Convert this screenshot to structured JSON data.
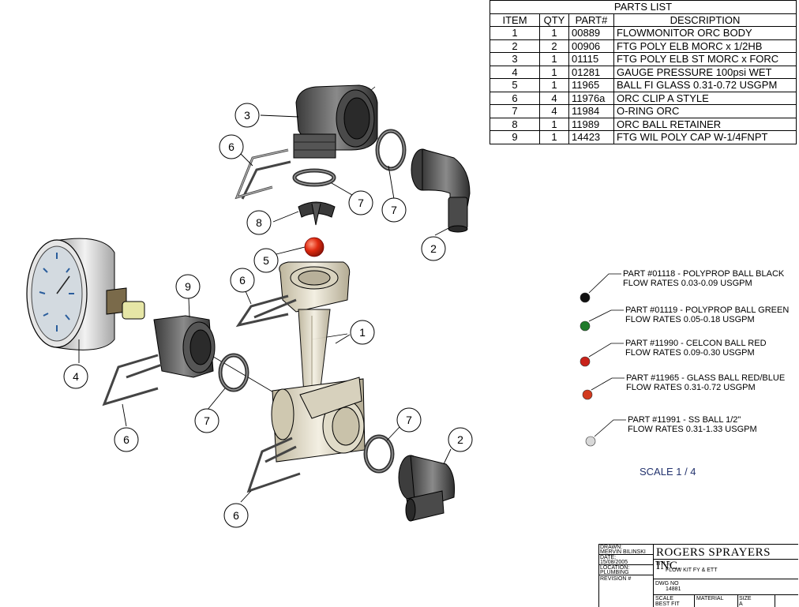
{
  "parts_list": {
    "title": "PARTS LIST",
    "headers": [
      "ITEM",
      "QTY",
      "PART#",
      "DESCRIPTION"
    ],
    "rows": [
      [
        "1",
        "1",
        "00889",
        "FLOWMONITOR ORC BODY"
      ],
      [
        "2",
        "2",
        "00906",
        "FTG POLY ELB MORC x 1/2HB"
      ],
      [
        "3",
        "1",
        "01115",
        "FTG POLY ELB ST MORC x FORC"
      ],
      [
        "4",
        "1",
        "01281",
        "GAUGE PRESSURE 100psi WET"
      ],
      [
        "5",
        "1",
        "11965",
        "BALL FI GLASS 0.31-0.72 USGPM"
      ],
      [
        "6",
        "4",
        "11976a",
        "ORC CLIP A STYLE"
      ],
      [
        "7",
        "4",
        "11984",
        "O-RING ORC"
      ],
      [
        "8",
        "1",
        "11989",
        "ORC BALL RETAINER"
      ],
      [
        "9",
        "1",
        "14423",
        "FTG WIL POLY CAP W-1/4FNPT"
      ]
    ]
  },
  "balloons": [
    {
      "label": "3"
    },
    {
      "label": "6"
    },
    {
      "label": "7"
    },
    {
      "label": "7"
    },
    {
      "label": "8"
    },
    {
      "label": "2"
    },
    {
      "label": "5"
    },
    {
      "label": "6"
    },
    {
      "label": "9"
    },
    {
      "label": "1"
    },
    {
      "label": "4"
    },
    {
      "label": "7"
    },
    {
      "label": "6"
    },
    {
      "label": "7"
    },
    {
      "label": "2"
    },
    {
      "label": "6"
    }
  ],
  "ball_notes": [
    {
      "line1": "PART #01118 - POLYPROP BALL BLACK",
      "line2": "FLOW RATES 0.03-0.09 USGPM",
      "color": "#111111"
    },
    {
      "line1": "PART #01119 - POLYPROP BALL GREEN",
      "line2": "FLOW RATES 0.05-0.18 USGPM",
      "color": "#1f7a2a"
    },
    {
      "line1": "PART #11990 - CELCON BALL RED",
      "line2": "FLOW RATES 0.09-0.30 USGPM",
      "color": "#c8221a"
    },
    {
      "line1": "PART #11965 - GLASS BALL RED/BLUE",
      "line2": "FLOW RATES 0.31-0.72 USGPM",
      "color": "#d23a1e"
    },
    {
      "line1": "PART #11991 - SS BALL 1/2\"",
      "line2": "FLOW RATES 0.31-1.33 USGPM",
      "color": "#d8d8d8"
    }
  ],
  "scale_note": "SCALE 1 / 4",
  "title_block": {
    "drawn_label": "DRAWN:",
    "drawn_value": "MERVIN BILINSKI",
    "date_label": "DATE:",
    "date_value": "15/08/2005",
    "location_label": "LOCATION:",
    "location_value": "PLUMBING",
    "revision_label": "REVISION #",
    "company": "ROGERS SPRAYERS INC.",
    "title_label": "TITLE",
    "title_value": "FLOW KIT FY & ETT",
    "dwg_label": "DWG NO",
    "dwg_value": "14881",
    "scale_label": "SCALE",
    "scale_value": "BEST FIT",
    "material_label": "MATERIAL",
    "size_label": "SIZE",
    "size_value": "A"
  }
}
